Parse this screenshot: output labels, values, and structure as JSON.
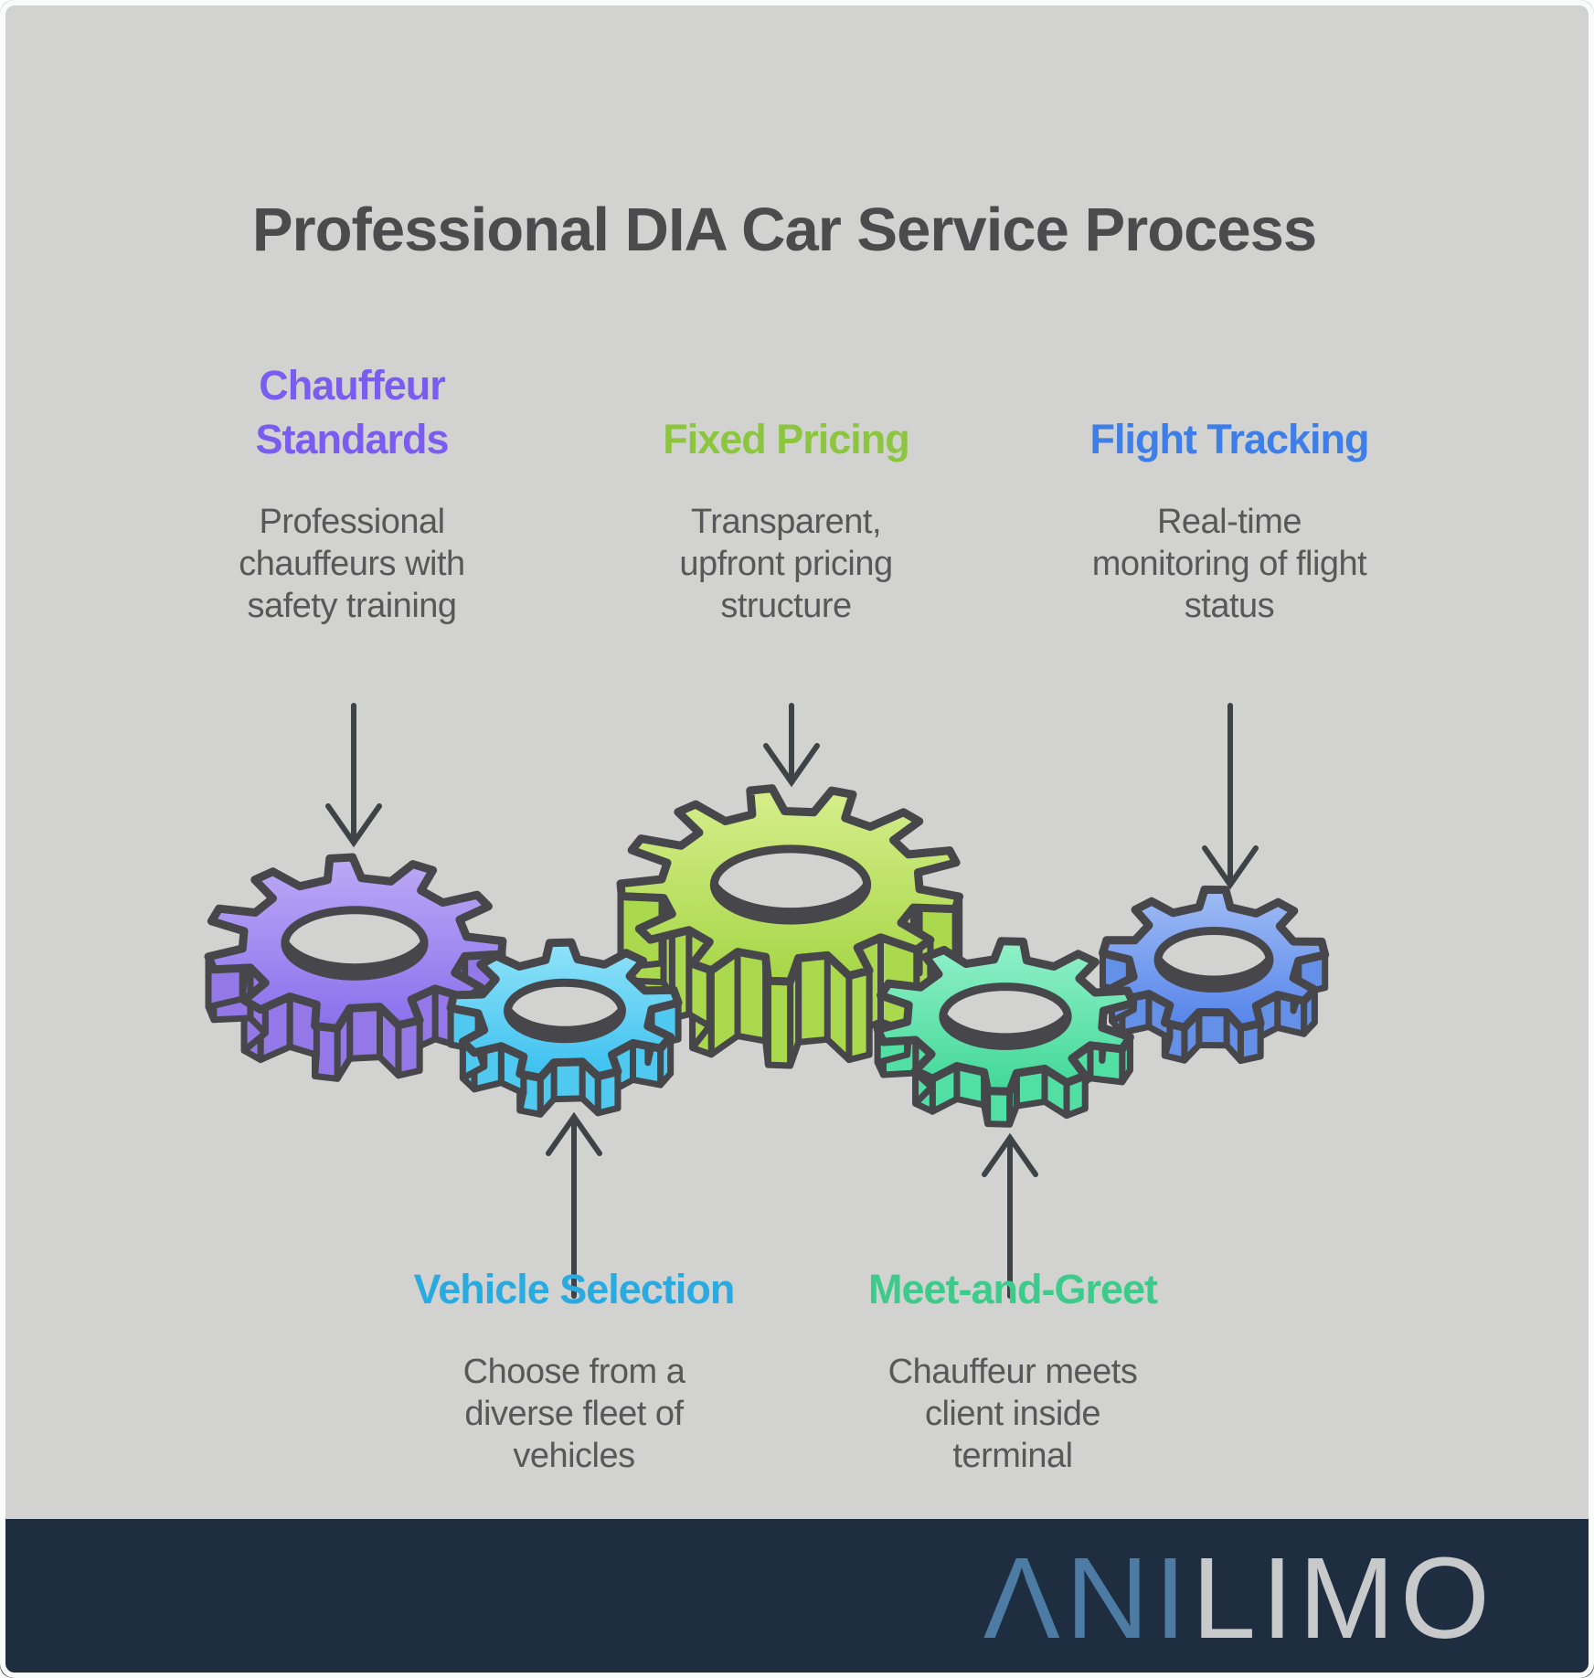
{
  "title": "Professional DIA Car Service Process",
  "steps": [
    {
      "name": "chauffeur-standards",
      "label": "Chauffeur\nStandards",
      "description": "Professional\nchauffeurs with\nsafety training",
      "accent": "#7A5CF0",
      "gear_top_light": "#BDAAF6",
      "gear_top_dark": "#8A6FEC",
      "gear_side": "#9478E8"
    },
    {
      "name": "fixed-pricing",
      "label": "Fixed Pricing",
      "description": "Transparent,\nupfront pricing\nstructure",
      "accent": "#8CC63F",
      "gear_top_light": "#D6EE8C",
      "gear_top_dark": "#A6D646",
      "gear_side": "#ABD94E"
    },
    {
      "name": "flight-tracking",
      "label": "Flight Tracking",
      "description": "Real-time\nmonitoring of flight\nstatus",
      "accent": "#3D7EE8",
      "gear_top_light": "#9FBCF4",
      "gear_top_dark": "#5584EA",
      "gear_side": "#6490E8"
    },
    {
      "name": "vehicle-selection",
      "label": "Vehicle Selection",
      "description": "Choose from a\ndiverse fleet of\nvehicles",
      "accent": "#29ABE2",
      "gear_top_light": "#90E3F9",
      "gear_top_dark": "#3BC0F0",
      "gear_side": "#4FC9F0"
    },
    {
      "name": "meet-and-greet",
      "label": "Meet-and-Greet",
      "description": "Chauffeur meets\nclient inside\nterminal",
      "accent": "#3DCB8B",
      "gear_top_light": "#92F1C9",
      "gear_top_dark": "#41D898",
      "gear_side": "#52DFA4"
    }
  ],
  "colors": {
    "background": "#D2D2D1",
    "outline": "#47474B",
    "title_text": "#4B4B4D",
    "body_text": "#58585A",
    "arrow": "#3E4347",
    "footer_bg": "#1E2D40",
    "logo_blue": "#4C7BA4",
    "logo_gray": "#C8C9CA"
  },
  "footer": {
    "logo_prefix": "ΛNI",
    "logo_suffix": "LIMO"
  }
}
